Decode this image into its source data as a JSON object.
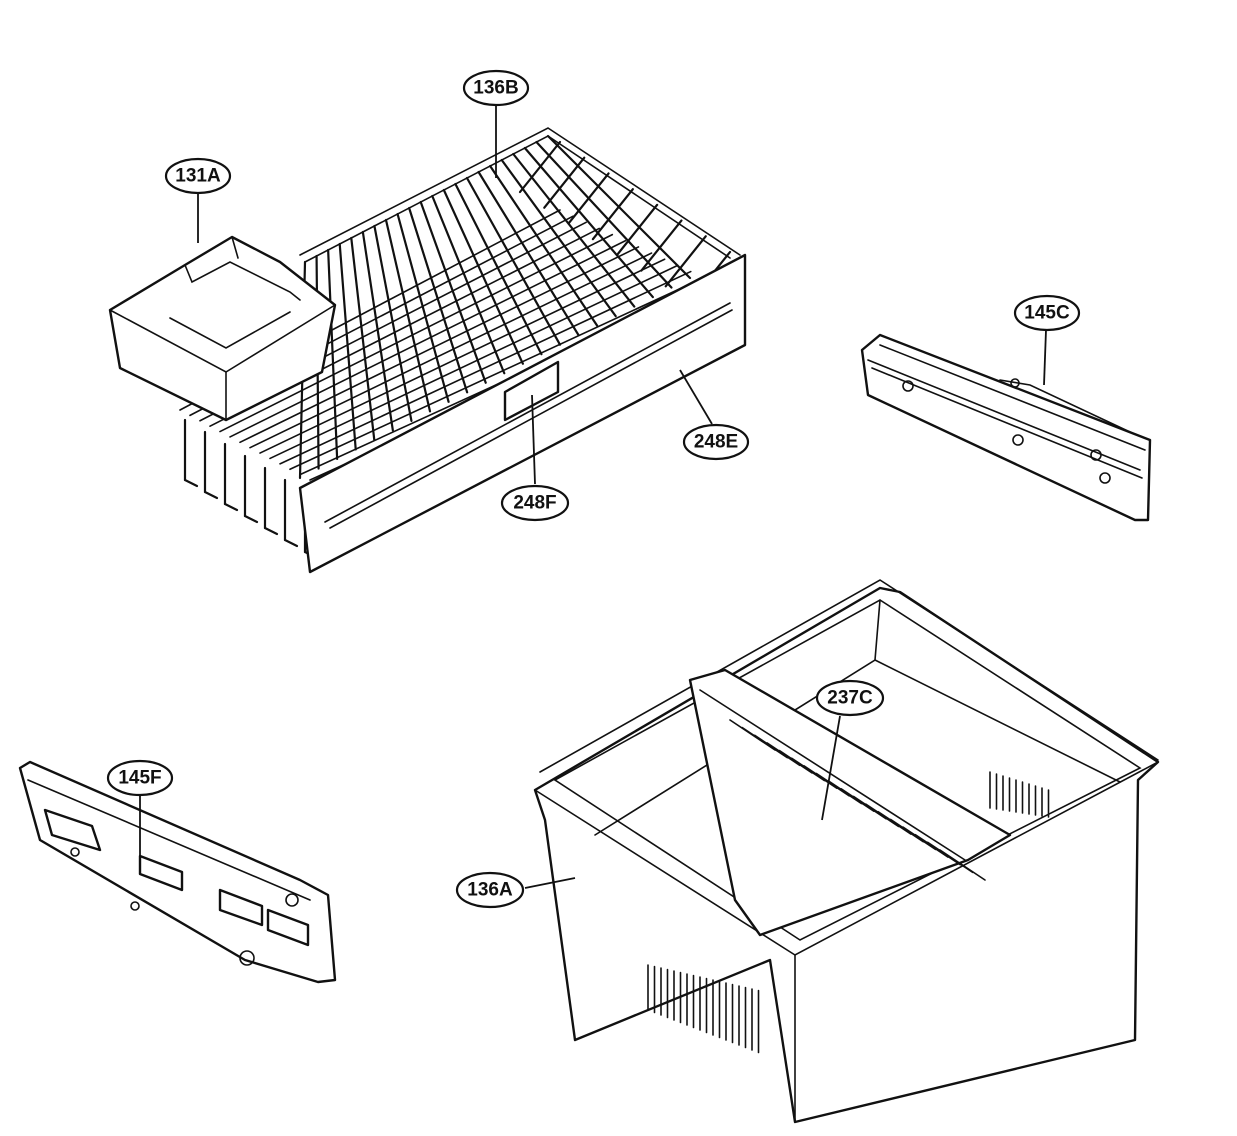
{
  "diagram": {
    "callouts": [
      {
        "id": "131A",
        "label": "131A"
      },
      {
        "id": "136B",
        "label": "136B"
      },
      {
        "id": "145C",
        "label": "145C"
      },
      {
        "id": "248E",
        "label": "248E"
      },
      {
        "id": "248F",
        "label": "248F"
      },
      {
        "id": "145F",
        "label": "145F"
      },
      {
        "id": "237C",
        "label": "237C"
      },
      {
        "id": "136A",
        "label": "136A"
      }
    ]
  }
}
